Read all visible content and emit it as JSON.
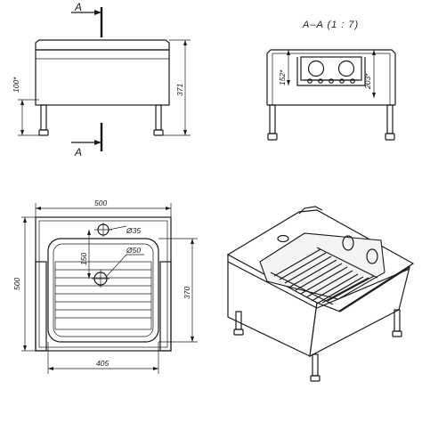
{
  "section_label_top": "A",
  "section_label_bottom": "A",
  "section_title": "A–A (1 : 7)",
  "dimensions": {
    "front_height_100": "100*",
    "front_height_371": "371",
    "section_152": "152*",
    "section_203": "203*",
    "top_width_500": "500",
    "top_depth_500": "500",
    "top_370": "370",
    "top_405": "405",
    "top_150": "150",
    "dia_35": "Ø35",
    "dia_50": "Ø50"
  }
}
